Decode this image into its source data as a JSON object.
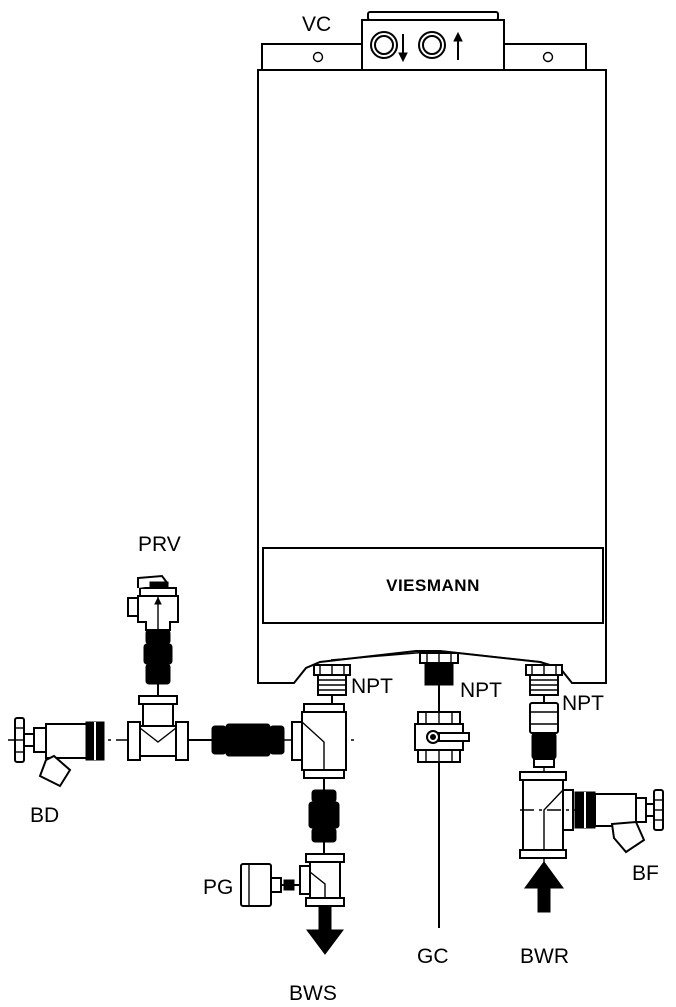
{
  "labels": {
    "vc": "VC",
    "prv": "PRV",
    "bd": "BD",
    "pg": "PG",
    "bws": "BWS",
    "gc": "GC",
    "bwr": "BWR",
    "bf": "BF",
    "npt_left": "NPT",
    "npt_center": "NPT",
    "npt_right": "NPT"
  },
  "logo": {
    "text": "VIESMANN"
  }
}
